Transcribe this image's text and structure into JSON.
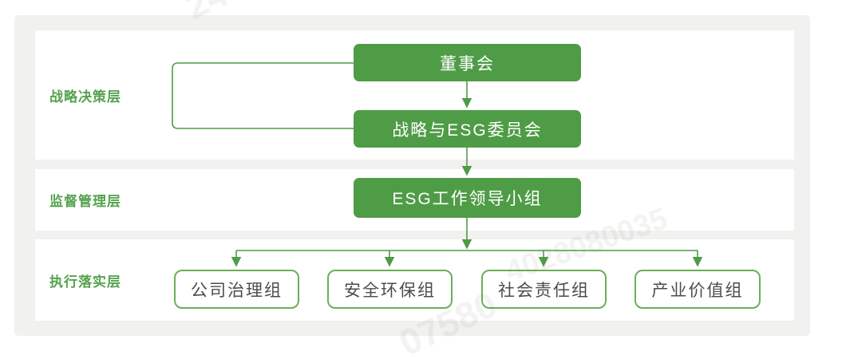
{
  "layers": [
    {
      "label": "战略决策层"
    },
    {
      "label": "监督管理层"
    },
    {
      "label": "执行落实层"
    }
  ],
  "nodes": {
    "board": "董事会",
    "committee": "战略与ESG委员会",
    "leading_group": "ESG工作领导小组",
    "groups": [
      "公司治理组",
      "安全环保组",
      "社会责任组",
      "产业价值组"
    ]
  },
  "watermarks": [
    "24",
    "07580",
    "4028080035"
  ],
  "colors": {
    "green": "#4f9c46",
    "light_green_border": "#6dae57",
    "label_green": "#55a24e",
    "dark_text": "#4c4c4c",
    "board_bg": "#f1f1f0",
    "row_bg": "#ffffff"
  }
}
